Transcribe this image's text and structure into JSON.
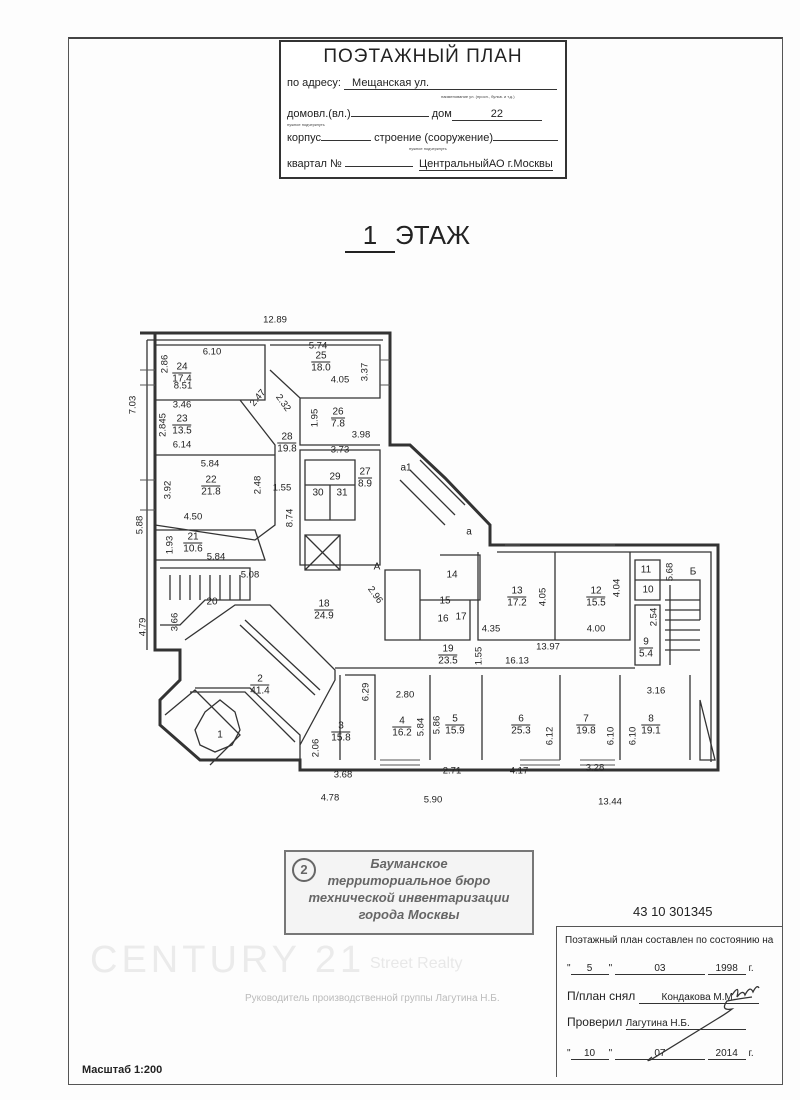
{
  "title_block": {
    "title": "ПОЭТАЖНЫЙ ПЛАН",
    "address_label": "по адресу:",
    "address_value": "Мещанская ул.",
    "address_hint": "наименование ул. (просп., бульв. и т.д.)",
    "domovl_label": "домовл.(вл.)",
    "dom_label": "дом",
    "dom_value": "22",
    "domovl_hint": "нужное подчеркнуть",
    "korpus_label": "корпус",
    "stroenie_label": "строение (сооружение)",
    "stroenie_hint": "нужное подчеркнуть",
    "kvartal_label": "квартал №",
    "district_value": "ЦентральныйАО г.Москвы"
  },
  "floor": {
    "number": "1",
    "label": "ЭТАЖ"
  },
  "watermark": {
    "line1": "CENTURY 21",
    "line2": "Street Realty"
  },
  "plan": {
    "rooms": [
      {
        "n": "24",
        "a": "17.4"
      },
      {
        "n": "25",
        "a": "18.0"
      },
      {
        "n": "23",
        "a": "13.5"
      },
      {
        "n": "26",
        "a": "7.8"
      },
      {
        "n": "28",
        "a": "19.8"
      },
      {
        "n": "27",
        "a": "8.9"
      },
      {
        "n": "22",
        "a": "21.8"
      },
      {
        "n": "21",
        "a": "10.6"
      },
      {
        "n": "18",
        "a": "24.9"
      },
      {
        "n": "13",
        "a": "17.2"
      },
      {
        "n": "12",
        "a": "15.5"
      },
      {
        "n": "9",
        "a": "5.4"
      },
      {
        "n": "19",
        "a": "23.5"
      },
      {
        "n": "2",
        "a": "41.4"
      },
      {
        "n": "3",
        "a": "15.8"
      },
      {
        "n": "4",
        "a": "16.2"
      },
      {
        "n": "5",
        "a": "15.9"
      },
      {
        "n": "6",
        "a": "25.3"
      },
      {
        "n": "7",
        "a": "19.8"
      },
      {
        "n": "8",
        "a": "19.1"
      }
    ],
    "plain_rooms": [
      "29",
      "30",
      "31",
      "a1",
      "а",
      "14",
      "20",
      "11",
      "10",
      "Б",
      "15",
      "16",
      "17",
      "1",
      "A"
    ],
    "dims": [
      "12.89",
      "6.10",
      "2.86",
      "8.51",
      "5.74",
      "3.37",
      "4.05",
      "7.03",
      "2.47",
      "2.32",
      "1.95",
      "3.98",
      "3.46",
      "2.845",
      "6.14",
      "3.73",
      "5.84",
      "3.92",
      "2.48",
      "4.50",
      "1.55",
      "8.74",
      "5.88",
      "1.93",
      "5.84",
      "5.08",
      "2.96",
      "4.79",
      "3.66",
      "4.05",
      "4.04",
      "4.35",
      "13.97",
      "4.00",
      "2.54",
      "5.68",
      "1.55",
      "16.13",
      "2.80",
      "3.16",
      "6.29",
      "5.84",
      "5.86",
      "6.12",
      "6.10",
      "6.10",
      "2.06",
      "3.68",
      "2.71",
      "4.17",
      "3.28",
      "4.78",
      "5.90",
      "13.44"
    ]
  },
  "stamp": {
    "number": "2",
    "lines": [
      "Бауманское",
      "территориальное бюро",
      "технической инвентаризации",
      "города Москвы"
    ]
  },
  "faint_note": "Руководитель производственной группы Лагутина Н.Б.",
  "doc_number": "43 10 301345",
  "certification": {
    "header": "Поэтажный план составлен по состоянию на",
    "day1": "5",
    "month1": "03",
    "year1": "1998",
    "g": "г.",
    "taken_label": "П/план снял",
    "taken_by": "Кондакова М.М.",
    "checked_label": "Проверил",
    "checked_by": "Лагутина Н.Б.",
    "day2": "10",
    "month2": "07",
    "year2": "2014"
  },
  "scale": "Масштаб 1:200"
}
